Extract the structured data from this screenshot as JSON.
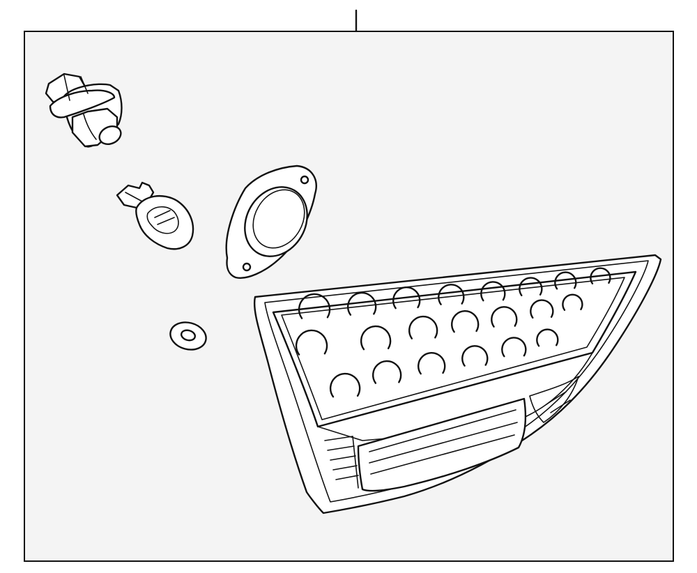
{
  "diagram": {
    "colors": {
      "background": "#ffffff",
      "frame_fill": "#f4f4f4",
      "line": "#111111"
    },
    "parts": [
      {
        "id": "bulb-socket",
        "label": ""
      },
      {
        "id": "wedge-bulb",
        "label": ""
      },
      {
        "id": "gasket",
        "label": ""
      },
      {
        "id": "washer",
        "label": ""
      },
      {
        "id": "tail-lamp-assembly",
        "label": ""
      }
    ]
  }
}
